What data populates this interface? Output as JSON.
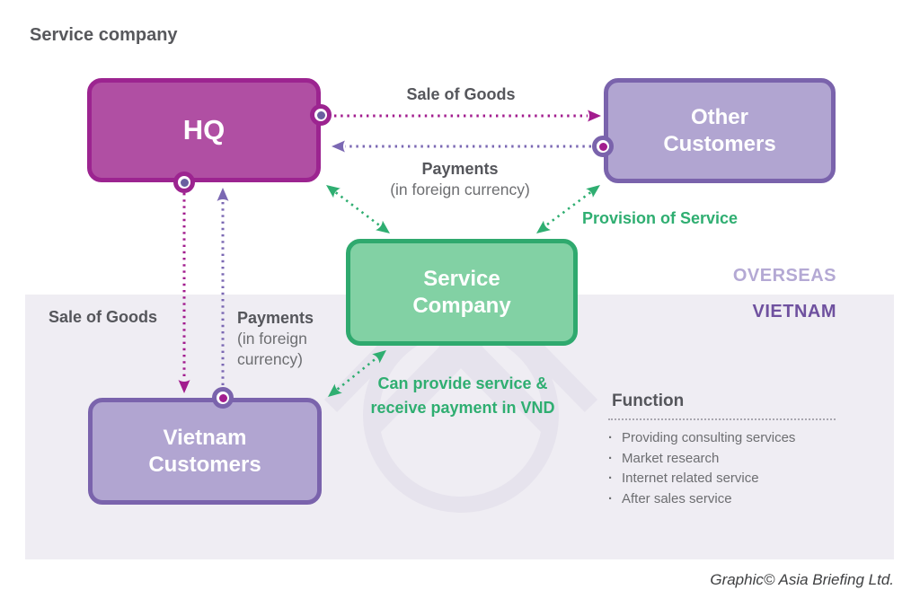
{
  "title": "Service company",
  "boxes": {
    "hq": {
      "lines": [
        "HQ"
      ]
    },
    "other_customers": {
      "lines": [
        "Other",
        "Customers"
      ]
    },
    "service_company": {
      "lines": [
        "Service",
        "Company"
      ]
    },
    "vietnam_customers": {
      "lines": [
        "Vietnam",
        "Customers"
      ]
    }
  },
  "flows": {
    "sale_of_goods_top": "Sale of Goods",
    "payments_top": {
      "title": "Payments",
      "subtitle": "(in foreign currency)"
    },
    "provision_of_service": "Provision of Service",
    "sale_of_goods_left": "Sale of Goods",
    "payments_left": {
      "title": "Payments",
      "subtitle": "(in foreign\ncurrency)"
    },
    "can_provide": "Can provide service &\nreceive payment in VND"
  },
  "regions": {
    "overseas": "OVERSEAS",
    "vietnam": "VIETNAM"
  },
  "function_panel": {
    "heading": "Function",
    "items": [
      "Providing consulting services",
      "Market research",
      "Internet related service",
      "After sales service"
    ]
  },
  "footer": {
    "credit": "Graphic© Asia Briefing Ltd."
  },
  "colors": {
    "magenta_flow": "#a21c8e",
    "purple_flow": "#7b68b3",
    "green_flow": "#2fae71",
    "hq_fill": "#b04fa3",
    "hq_border": "#9c2490",
    "customer_fill": "#b1a5d1",
    "customer_border": "#7a63ac",
    "service_fill": "#82d1a4",
    "service_border": "#2fa96e",
    "panel_bg": "#efedf3",
    "dark_text": "#57585c",
    "gray_text": "#6d6e71",
    "overseas_text": "#b4a9d4",
    "vietnam_text": "#6f519f"
  }
}
